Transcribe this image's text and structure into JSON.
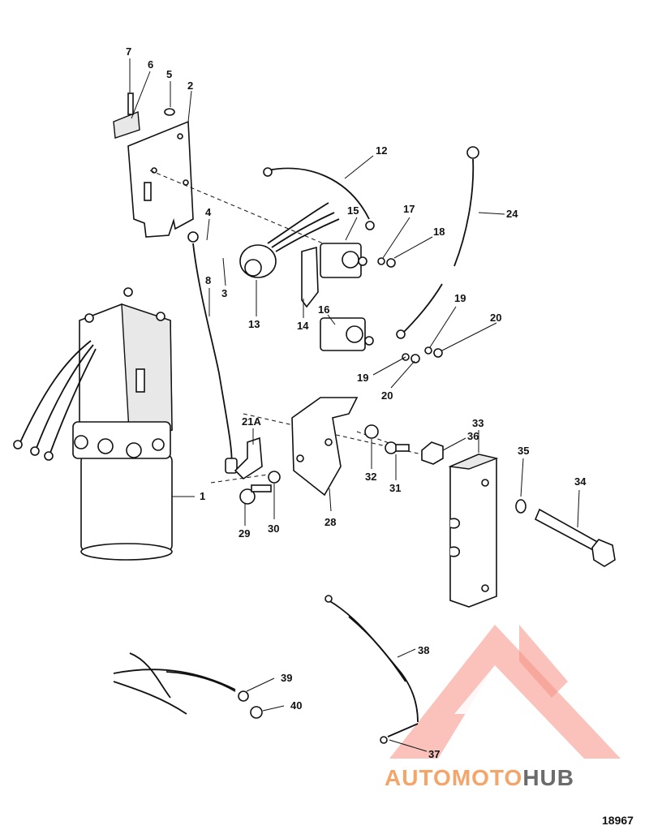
{
  "diagram": {
    "callouts": {
      "c1": "1",
      "c2": "2",
      "c3": "3",
      "c4": "4",
      "c5": "5",
      "c6": "6",
      "c7": "7",
      "c8": "8",
      "c12": "12",
      "c13": "13",
      "c14": "14",
      "c15": "15",
      "c16": "16",
      "c17": "17",
      "c18": "18",
      "c19a": "19",
      "c19b": "19",
      "c20a": "20",
      "c20b": "20",
      "c21a": "21A",
      "c24": "24",
      "c28": "28",
      "c29": "29",
      "c30": "30",
      "c31": "31",
      "c32": "32",
      "c33": "33",
      "c34": "34",
      "c35": "35",
      "c36": "36",
      "c37": "37",
      "c38": "38",
      "c39": "39",
      "c40": "40"
    },
    "figure_number": "18967"
  },
  "watermark": {
    "part1": "AUTOMOTO",
    "part2": "HUB",
    "color_primary": "#f26b5b",
    "color_secondary": "#6b6b6b"
  }
}
